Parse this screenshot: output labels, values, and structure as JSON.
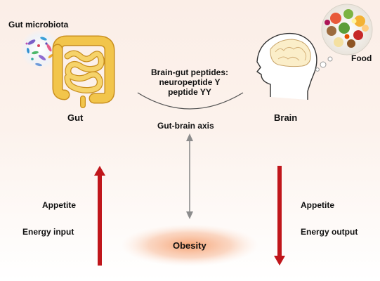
{
  "labels": {
    "gut_microbiota": "Gut microbiota",
    "food": "Food",
    "peptides_title": "Brain-gut peptides:",
    "peptide_1": "neuropeptide Y",
    "peptide_2": "peptide YY",
    "gut": "Gut",
    "brain": "Brain",
    "axis": "Gut-brain axis",
    "left_appetite": "Appetite",
    "left_energy": "Energy input",
    "right_appetite": "Appetite",
    "right_energy": "Energy output",
    "obesity": "Obesity"
  },
  "icons": {
    "microbiota": "bacteria-cluster-icon",
    "gut": "intestine-icon",
    "brain": "human-head-brain-icon",
    "food": "food-plate-icon"
  },
  "colors": {
    "arrow_red": "#c0161b",
    "axis_arrow": "#8c8c8c",
    "intestine": "#f2c54b",
    "intestine_stroke": "#c98f1e",
    "obesity_glow": "#f39a6b",
    "background_top": "#fbeee7"
  }
}
